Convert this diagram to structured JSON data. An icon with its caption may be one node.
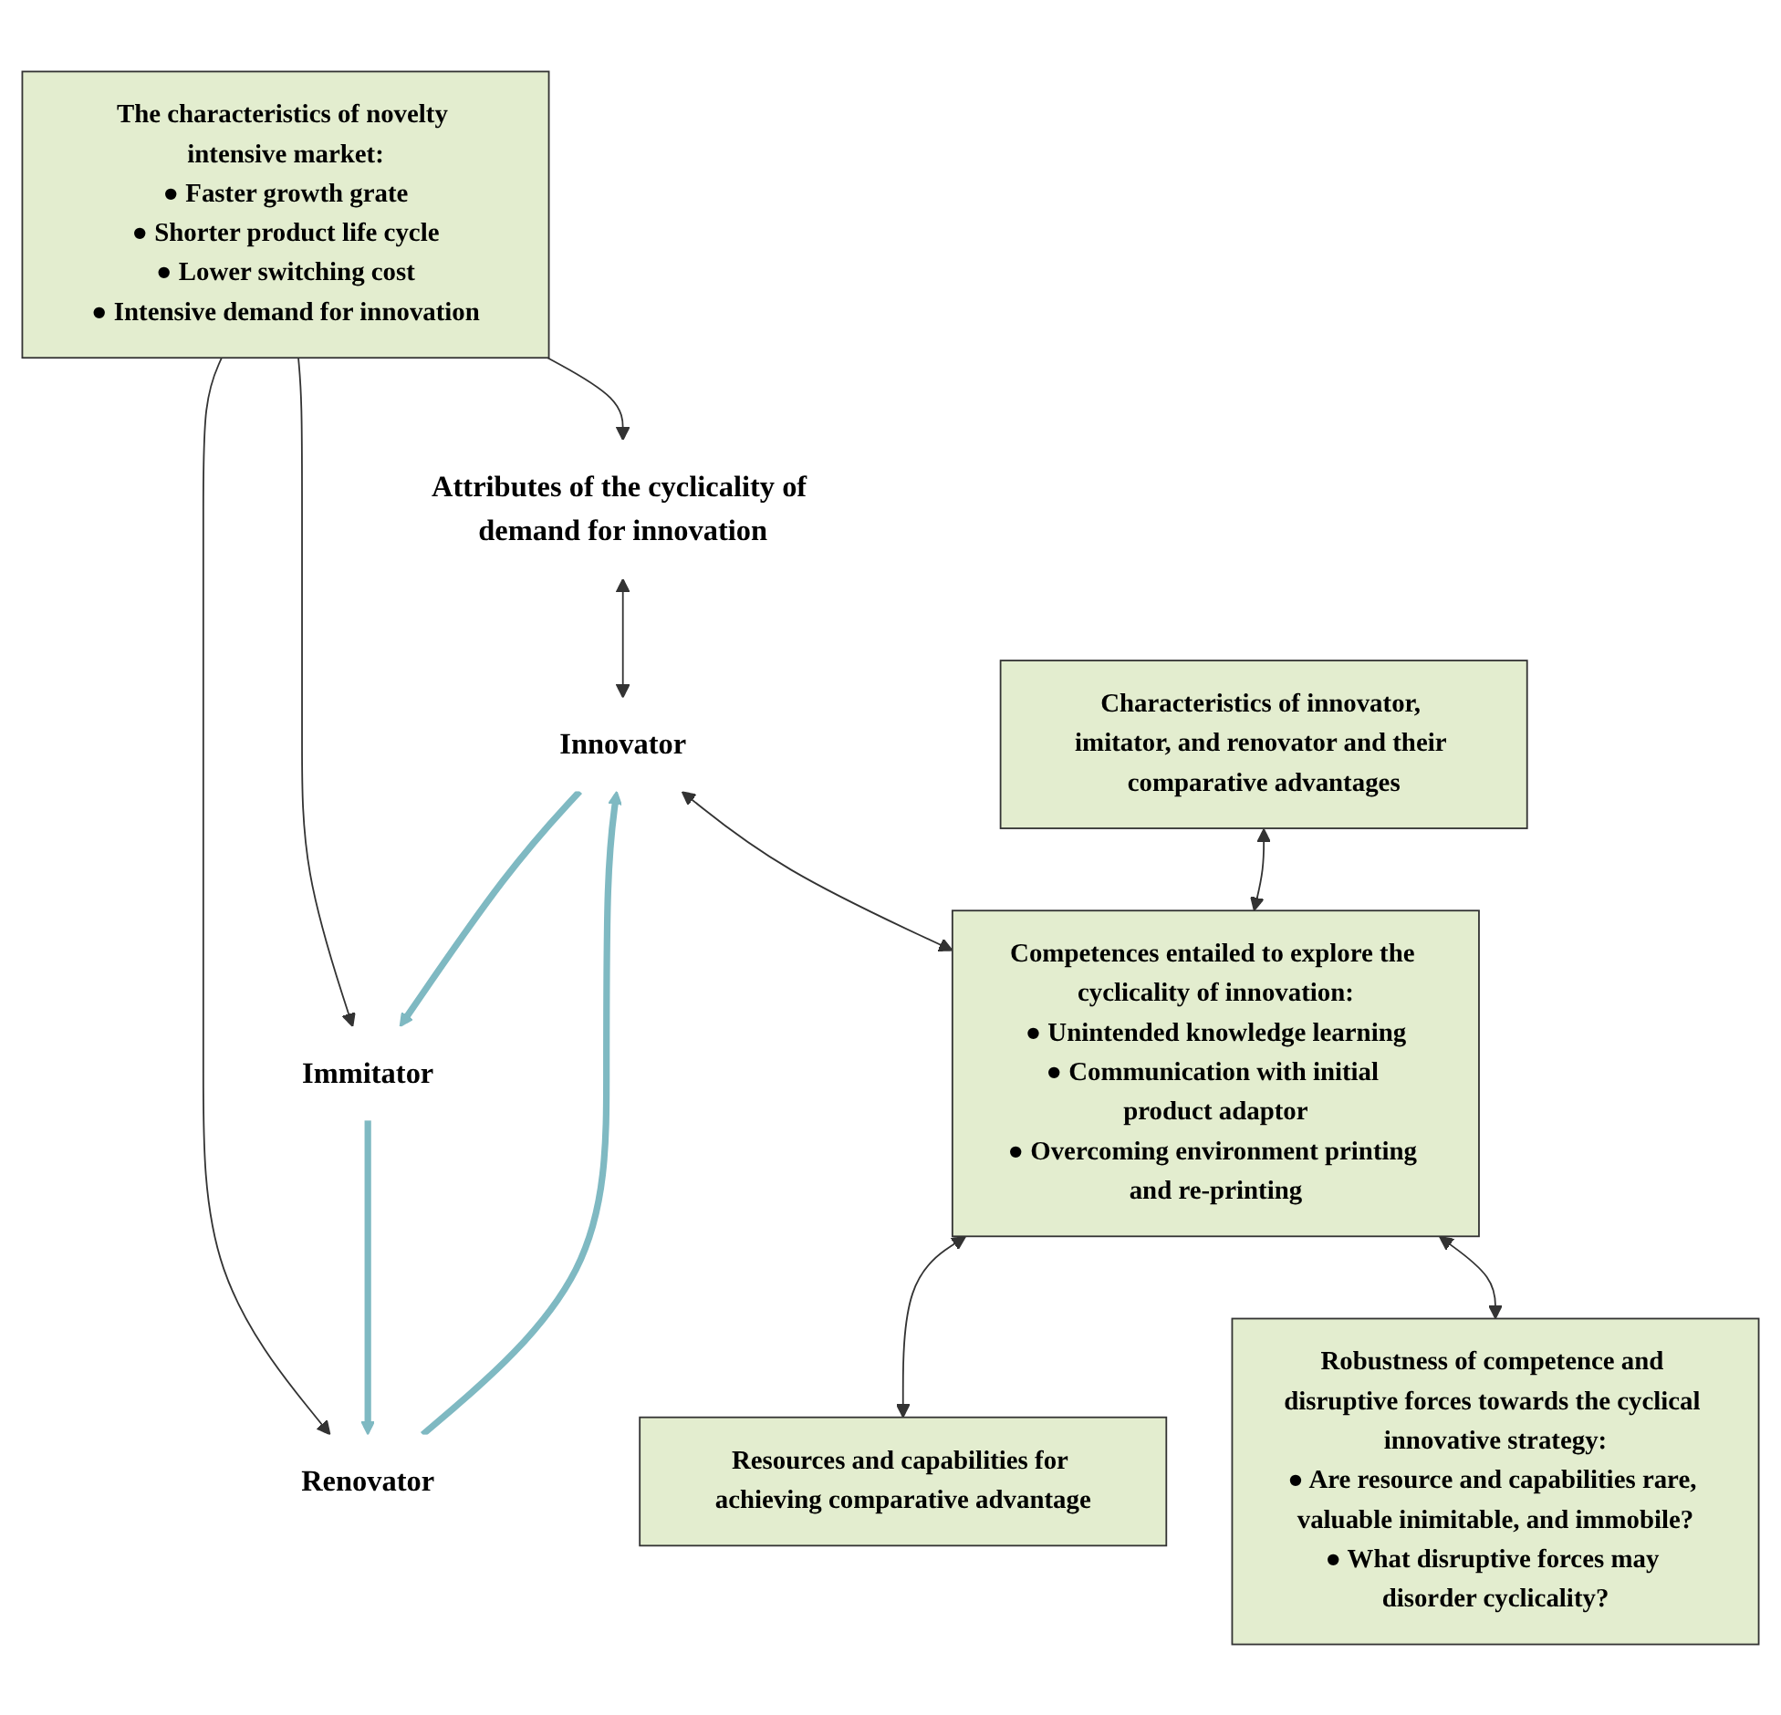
{
  "diagram": {
    "nodes": [
      {
        "text": [
          "The characteristics of novelty intensive market:",
          "● Faster growth grate",
          "● Shorter product life cycle",
          "● Lower switching cost",
          "● Intensive demand for innovation"
        ]
      },
      {
        "text": [
          "Attributes of the cyclicality of demand for innovation"
        ]
      },
      {
        "text": [
          "Immitator"
        ]
      },
      {
        "text": [
          "Renovator"
        ]
      },
      {
        "text": [
          "Innovator"
        ]
      },
      {
        "text": [
          "Characteristics of innovator, imitator, and renovator and their comparative advantages"
        ]
      },
      {
        "text": [
          "Resources and capabilities for achieving comparative advantage"
        ]
      },
      {
        "text": [
          "Competences entailed to explore the cyclicality of innovation:",
          "● Unintended knowledge learning",
          "● Communication with initial product adaptor",
          "● Overcoming environment printing and re-printing"
        ]
      },
      {
        "text": [
          "Robustness of competence and disruptive forces towards the cyclical innovative strategy:",
          "● Are resource and capabilities rare, valuable inimitable, and immobile?",
          "● What disruptive forces may disorder cyclicality?"
        ]
      }
    ],
    "edges": [
      {
        "from": 0,
        "to": 1,
        "arrow": "to"
      },
      {
        "from": 1,
        "to": 4,
        "arrow": "both"
      },
      {
        "from": 0,
        "to": 2,
        "arrow": "to"
      },
      {
        "from": 0,
        "to": 3,
        "arrow": "to"
      },
      {
        "from": 2,
        "to": 3,
        "arrow": "to",
        "style": "thick",
        "color": "#7fb9c2"
      },
      {
        "from": 3,
        "to": 4,
        "arrow": "to",
        "style": "thick",
        "color": "#7fb9c2"
      },
      {
        "from": 4,
        "to": 2,
        "arrow": "to",
        "style": "thick",
        "color": "#7fb9c2"
      },
      {
        "from": 4,
        "to": 7,
        "arrow": "both"
      },
      {
        "from": 5,
        "to": 7,
        "arrow": "both"
      },
      {
        "from": 7,
        "to": 6,
        "arrow": "both"
      },
      {
        "from": 7,
        "to": 8,
        "arrow": "both"
      }
    ]
  }
}
